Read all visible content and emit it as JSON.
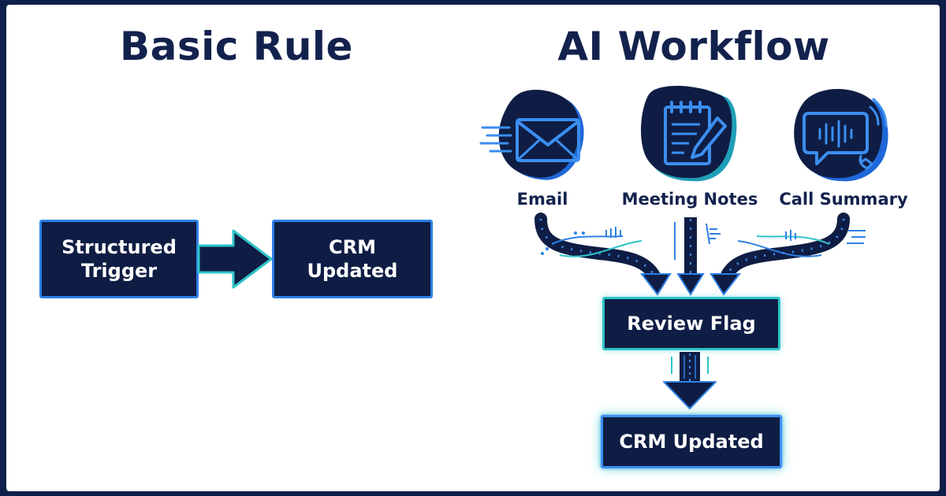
{
  "basic_rule": {
    "title": "Basic Rule",
    "trigger_label_line1": "Structured",
    "trigger_label_line2": "Trigger",
    "result_label_line1": "CRM",
    "result_label_line2": "Updated"
  },
  "ai_workflow": {
    "title": "AI Workflow",
    "sources": [
      {
        "label": "Email",
        "icon": "envelope-icon"
      },
      {
        "label": "Meeting Notes",
        "icon": "notepad-pencil-icon"
      },
      {
        "label": "Call Summary",
        "icon": "chat-phone-icon"
      }
    ],
    "review_label": "Review Flag",
    "result_label": "CRM Updated"
  },
  "colors": {
    "navy": "#0f1d44",
    "title_text": "#13224d",
    "blue_accent": "#2e80e6",
    "teal_accent": "#2ec4c9",
    "frame": "#0e1f4a"
  }
}
